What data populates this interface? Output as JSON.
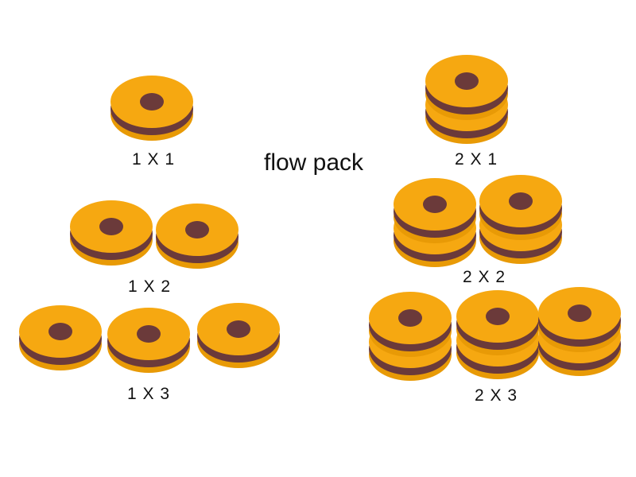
{
  "title": "flow pack",
  "colors": {
    "biscuit": "#F6A811",
    "biscuit_edge": "#E89A06",
    "filling": "#6B3A3A"
  },
  "groups": [
    {
      "label": "1 X 1",
      "layers": 1,
      "count": 1
    },
    {
      "label": "1 X 2",
      "layers": 1,
      "count": 2
    },
    {
      "label": "1 X 3",
      "layers": 1,
      "count": 3
    },
    {
      "label": "2 X 1",
      "layers": 2,
      "count": 1
    },
    {
      "label": "2 X 2",
      "layers": 2,
      "count": 2
    },
    {
      "label": "2 X 3",
      "layers": 2,
      "count": 3
    }
  ]
}
